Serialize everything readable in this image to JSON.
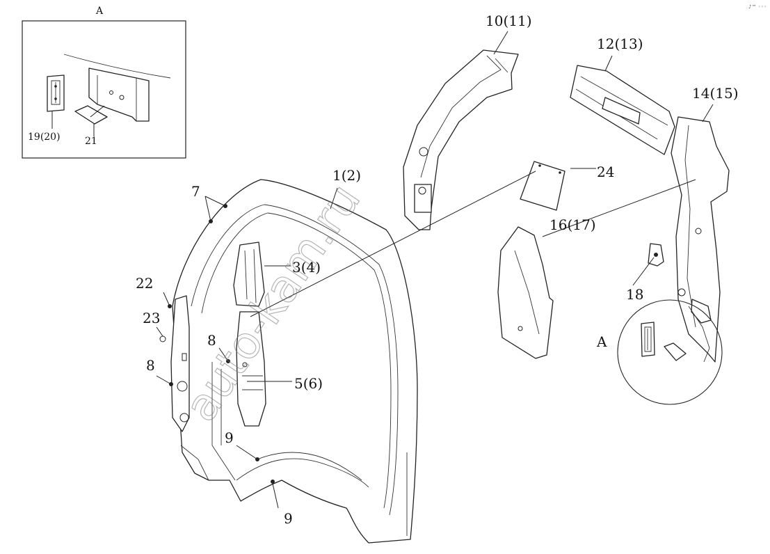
{
  "corner_mark": "♪™ ◦◦◦",
  "watermark": "auto-kam.ru",
  "inset": {
    "title": "A"
  },
  "detail_circle": {
    "title": "A"
  },
  "labels": {
    "p1_2": "1(2)",
    "p3_4": "3(4)",
    "p5_6": "5(6)",
    "p7": "7",
    "p8a": "8",
    "p8b": "8",
    "p9a": "9",
    "p9b": "9",
    "p10_11": "10(11)",
    "p12_13": "12(13)",
    "p14_15": "14(15)",
    "p16_17": "16(17)",
    "p18": "18",
    "p19_20": "19(20)",
    "p21": "21",
    "p22": "22",
    "p23": "23",
    "p24": "24"
  }
}
